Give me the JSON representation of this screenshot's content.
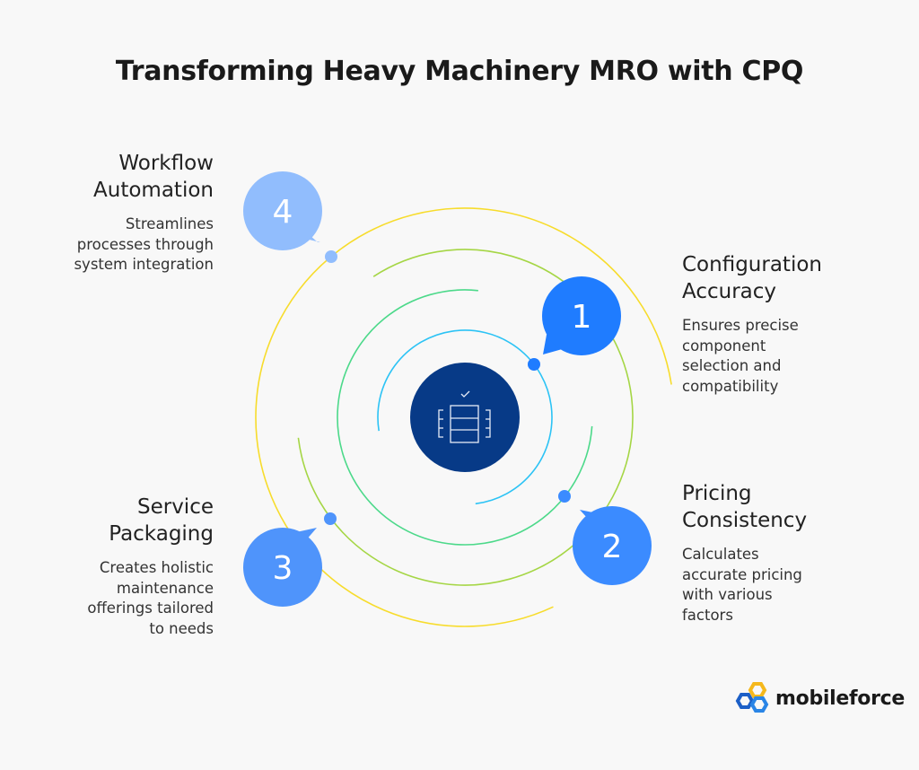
{
  "title": "Transforming Heavy Machinery MRO with CPQ",
  "steps": [
    {
      "number": "1",
      "heading_line1": "Configuration",
      "heading_line2": "Accuracy",
      "description": [
        "Ensures precise",
        "component",
        "selection and",
        "compatibility"
      ],
      "color": "#1f7cff"
    },
    {
      "number": "2",
      "heading_line1": "Pricing",
      "heading_line2": "Consistency",
      "description": [
        "Calculates",
        "accurate pricing",
        "with various",
        "factors"
      ],
      "color": "#3b8bff"
    },
    {
      "number": "3",
      "heading_line1": "Service",
      "heading_line2": "Packaging",
      "description": [
        "Creates holistic",
        "maintenance",
        "offerings tailored",
        "to needs"
      ],
      "color": "#4f94fb"
    },
    {
      "number": "4",
      "heading_line1": "Workflow",
      "heading_line2": "Automation",
      "description": [
        "Streamlines",
        "processes through",
        "system integration"
      ],
      "color": "#91bdfd"
    }
  ],
  "center_icon": "configured-rack-check-icon",
  "center_color": "#073a87",
  "ring_colors": [
    "#2cc3f5",
    "#4cd98a",
    "#a5d645",
    "#f7dc2c"
  ],
  "logo": {
    "text": "mobileforce",
    "icon": "hexagon-chain-logo-icon"
  }
}
